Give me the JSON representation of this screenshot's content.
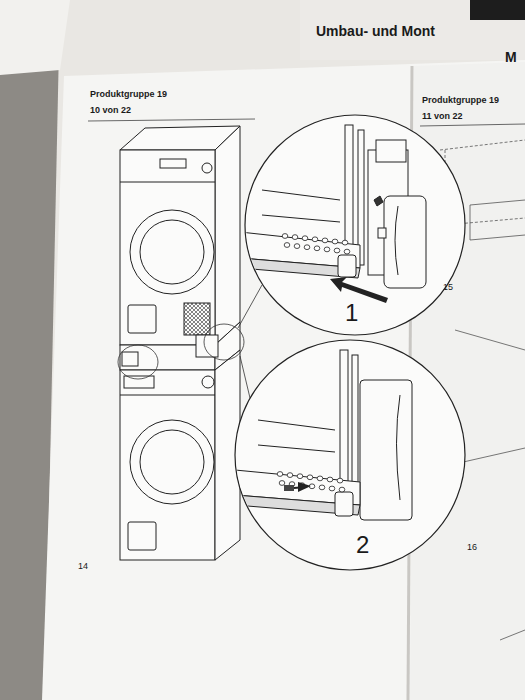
{
  "diagram": {
    "title": "Umbau- und Mont",
    "labels": [
      "M",
      "Produktgruppe 19",
      "10 von 22",
      "1",
      "2",
      "14",
      "Produktgruppe 19",
      "11 von 22",
      "15",
      "16"
    ]
  }
}
